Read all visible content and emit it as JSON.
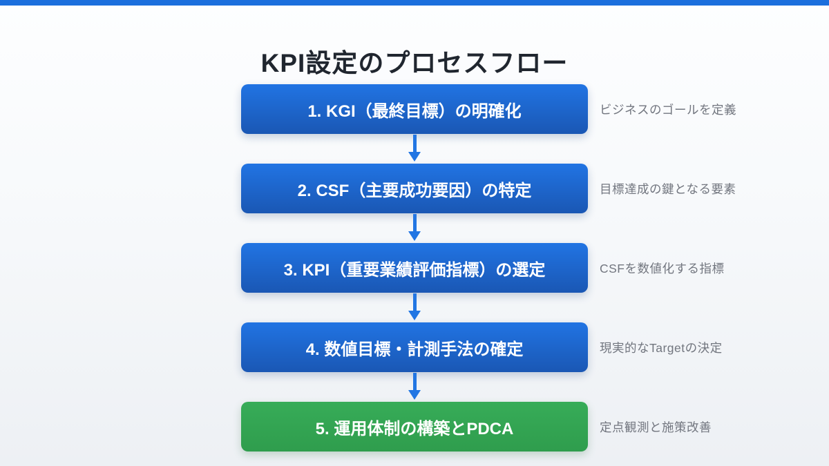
{
  "slide": {
    "title": "KPI設定のプロセスフロー"
  },
  "steps": [
    {
      "label": "1. KGI（最終目標）の明確化",
      "note": "ビジネスのゴールを定義",
      "color": "blue"
    },
    {
      "label": "2. CSF（主要成功要因）の特定",
      "note": "目標達成の鍵となる要素",
      "color": "blue"
    },
    {
      "label": "3. KPI（重要業績評価指標）の選定",
      "note": "CSFを数値化する指標",
      "color": "blue"
    },
    {
      "label": "4. 数値目標・計測手法の確定",
      "note": "現実的なTargetの決定",
      "color": "blue"
    },
    {
      "label": "5. 運用体制の構築とPDCA",
      "note": "定点観測と施策改善",
      "color": "green"
    }
  ],
  "colors": {
    "top_bar": "#1b6fdd",
    "box_blue_top": "#2174e3",
    "box_blue_bottom": "#1a57b4",
    "box_green": "#34a853",
    "arrow": "#2276e3",
    "title_text": "#20262f",
    "note_text": "#72767f"
  }
}
